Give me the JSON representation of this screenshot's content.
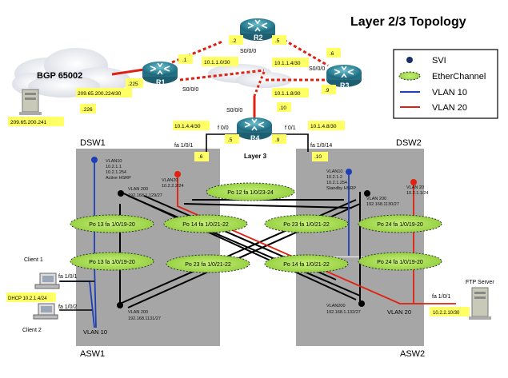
{
  "title": "Layer 2/3 Topology",
  "legend": {
    "items": [
      {
        "symbol": "svi",
        "label": "SVI"
      },
      {
        "symbol": "etherchannel",
        "label": "EtherChannel"
      },
      {
        "symbol": "vlan10-line",
        "label": "VLAN 10",
        "color": "#1f3fb5"
      },
      {
        "symbol": "vlan20-line",
        "label": "VLAN  20",
        "color": "#e02010"
      }
    ]
  },
  "cloud": {
    "label": "BGP 65002"
  },
  "routers": [
    {
      "id": "R1",
      "label": "R1"
    },
    {
      "id": "R2",
      "label": "R2"
    },
    {
      "id": "R3",
      "label": "R3"
    },
    {
      "id": "R4",
      "label": "R4"
    }
  ],
  "labels": {
    "r2_left": ".2",
    "r2_right": ".5",
    "r2_s0": "S0/0/0",
    "r1_dot1": ".1",
    "r1_225": ".225",
    "r1_s0": "S0/0/0",
    "net_101_1_0": "10.1.1.0/30",
    "net_10_1_1_4": "10.1.1.4/30",
    "net_10_1_1_8": "10.1.1.8/30",
    "r3_6": ".6",
    "r3_s0": "S0/0/0",
    "r3_9": ".9",
    "wan_net": "209.65.200.224/30",
    "wan_226": ".226",
    "server_ip": "209.65.200.241",
    "r4_s0": "S0/0/0",
    "r4_10": ".10",
    "r4_f00": "f 0/0",
    "r4_f01": "f 0/1",
    "r4_5": ".5",
    "r4_9": ".9",
    "net_10_1_4_4": "10.1.4.4/30",
    "net_10_1_4_8": "10.1.4.8/30",
    "layer3": "Layer 3",
    "dsw1_fa": "fa 1/0/1",
    "dsw1_6": ".6",
    "dsw2_fa": "fa 1/0/14",
    "dsw2_10": ".10"
  },
  "switches": {
    "dsw1": {
      "name": "DSW1",
      "vlan10": [
        "VLAN10",
        "10.2.1.1",
        "10.2.1.254",
        "Active HSRP"
      ],
      "vlan20": [
        "VLAN20",
        "10.2.2.2/24"
      ],
      "vlan200": [
        "VLAN 200",
        "192.168.1.129/27"
      ]
    },
    "dsw2": {
      "name": "DSW2",
      "vlan10": [
        "VLAN10",
        "10.2.1.2",
        "10.2.1.254",
        "Standby HSRP"
      ],
      "vlan20": [
        "VLAN 20",
        "10.2.1.1/24"
      ],
      "vlan200": [
        "VLAN 200",
        "192.168.1130/27"
      ]
    },
    "asw1": {
      "name": "ASW1",
      "vlan200": [
        "VLAN 200",
        "192.168.1131/27"
      ],
      "vlan10": "VLAN 10"
    },
    "asw2": {
      "name": "ASW2",
      "vlan200": [
        "VLAN200",
        "192.168.1.132/27"
      ],
      "vlan20": "VLAN 20"
    }
  },
  "etherchannels": [
    "Po 12  fa 1/0/23-24",
    "Po 13  fa 1/0/19-20",
    "Po 14  fa 1/0/21-22",
    "Po 23  fa 1/0/21-22",
    "Po 24  fa 1/0/19-20",
    "Po 13  fa 1/0/19-20",
    "Po 23  fa 1/0/21-22",
    "Po 14  fa 1/0/21-22",
    "Po 24  fa 1/0/19-20"
  ],
  "clients": {
    "client1": "Client 1",
    "client2": "Client 2",
    "c1_port": "fa 1/0/1",
    "c2_port": "fa 1/0/2",
    "dhcp": "DHCP 10.2.1.4/24"
  },
  "ftp": {
    "label": "FTP Server",
    "port": "fa 1/0/1",
    "ip": "10.2.2.10/30"
  }
}
